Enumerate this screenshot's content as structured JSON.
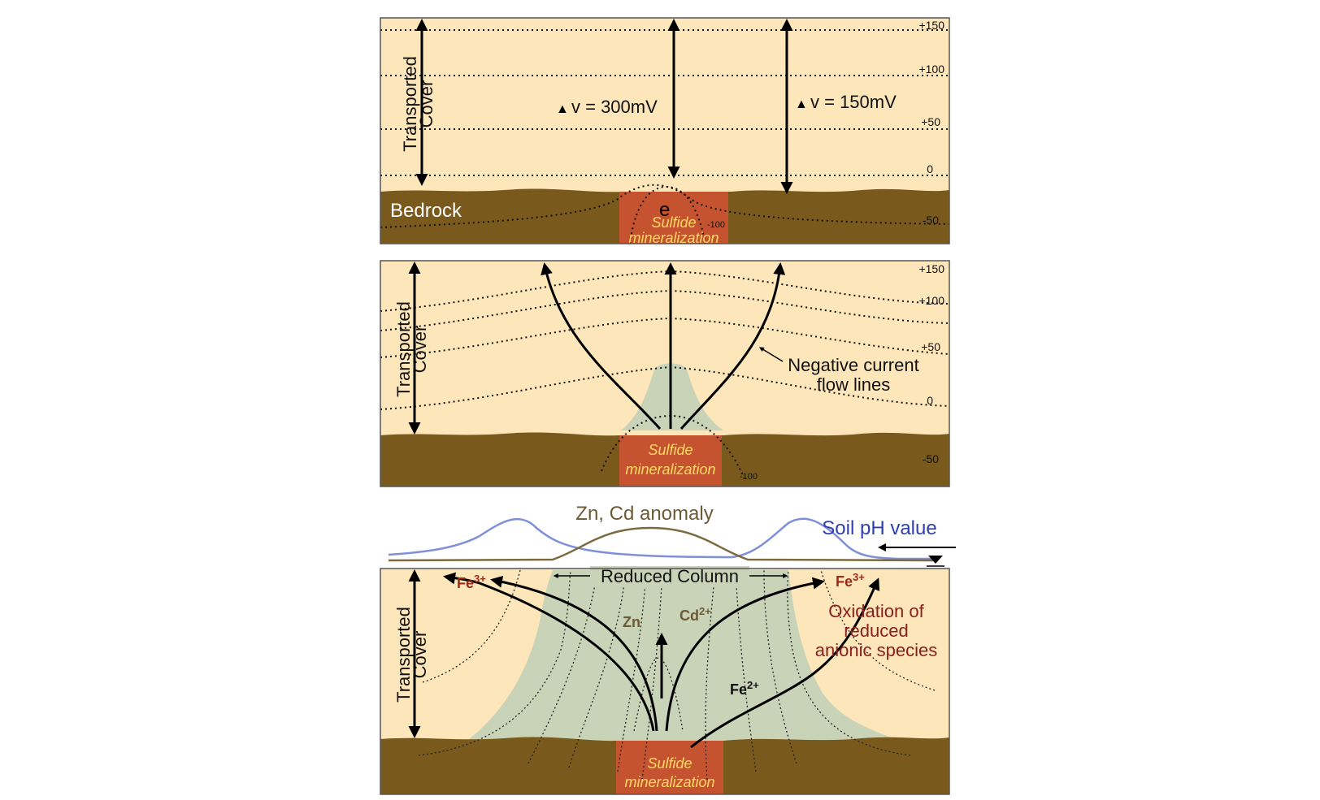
{
  "panel1": {
    "cover_label": "Transported Cover",
    "cover_label_line1": "Transported",
    "cover_label_line2": "Cover",
    "bedrock_label": "Bedrock",
    "delta_v_center": "v = 300mV",
    "delta_v_right": "v = 150mV",
    "delta_symbol": "▲",
    "electron_label": "e",
    "sulfide_line1": "Sulfide",
    "sulfide_line2": "mineralization",
    "ticks": [
      "+150",
      "+100",
      "+50",
      "0",
      "-50",
      "-100"
    ]
  },
  "panel2": {
    "cover_label_line1": "Transported",
    "cover_label_line2": "Cover",
    "flow_label_line1": "Negative current",
    "flow_label_line2": "flow lines",
    "sulfide_line1": "Sulfide",
    "sulfide_line2": "mineralization",
    "ticks": [
      "+150",
      "+100",
      "+50",
      "0",
      "-50",
      "-100"
    ]
  },
  "panel3": {
    "anomaly_label": "Zn, Cd anomaly",
    "ph_label": "Soil pH value",
    "reduced_column_label": "Reduced Column",
    "cover_label_line1": "Transported",
    "cover_label_line2": "Cover",
    "fe3_base": "Fe",
    "fe3_sup": "3+",
    "zn_label": "Zn",
    "cd_base": "Cd",
    "cd_sup": "2+",
    "fe2_base": "Fe",
    "fe2_sup": "2+",
    "oxidation_line1": "Oxidation of",
    "oxidation_line2": "reduced",
    "oxidation_line3": "anionic species",
    "sulfide_line1": "Sulfide",
    "sulfide_line2": "mineralization"
  },
  "colors": {
    "cover": "#fde6b9",
    "bedrock": "#7a5a1c",
    "sulfide": "#c5532f",
    "reduced": "#c8d3b8",
    "ph_curve": "#7f8fd8",
    "anomaly_curve": "#7d6a40"
  }
}
